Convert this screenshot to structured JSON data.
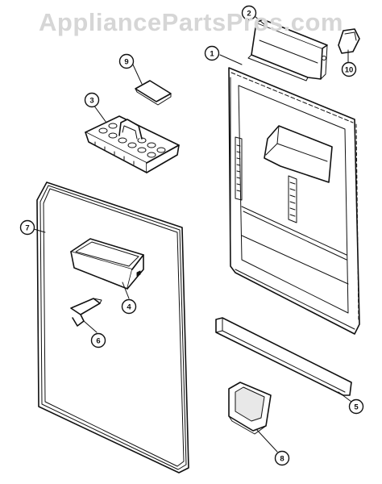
{
  "watermark": "AppliancePartsPros.com",
  "callouts": [
    {
      "id": "1",
      "label": "1"
    },
    {
      "id": "2",
      "label": "2"
    },
    {
      "id": "3",
      "label": "3"
    },
    {
      "id": "4",
      "label": "4"
    },
    {
      "id": "5",
      "label": "5"
    },
    {
      "id": "6",
      "label": "6"
    },
    {
      "id": "7",
      "label": "7"
    },
    {
      "id": "8",
      "label": "8"
    },
    {
      "id": "9",
      "label": "9"
    },
    {
      "id": "10",
      "label": "10"
    }
  ],
  "colors": {
    "line": "#111111",
    "watermark": "#d6d6d6",
    "background": "#ffffff"
  }
}
